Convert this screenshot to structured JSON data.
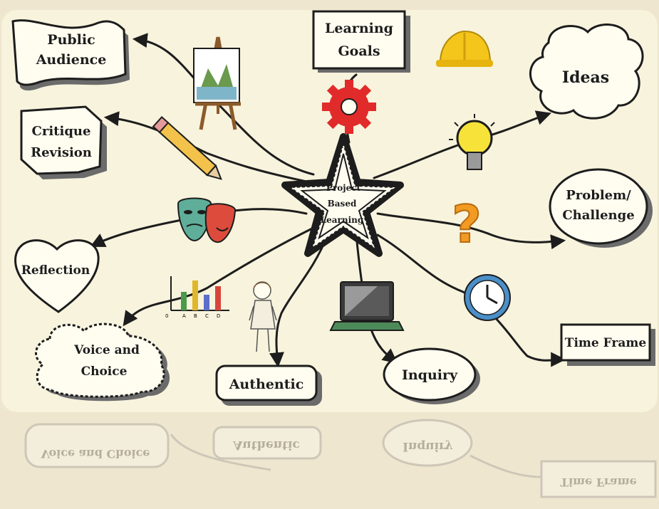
{
  "center": {
    "line1": "Project",
    "line2": "Based",
    "line3": "Learning"
  },
  "nodes": {
    "public_audience": {
      "line1": "Public",
      "line2": "Audience"
    },
    "learning_goals": {
      "line1": "Learning",
      "line2": "Goals"
    },
    "ideas": {
      "label": "Ideas"
    },
    "critique_revision": {
      "line1": "Critique",
      "line2": "Revision"
    },
    "problem_challenge": {
      "line1": "Problem/",
      "line2": "Challenge"
    },
    "reflection": {
      "label": "Reflection"
    },
    "voice_choice": {
      "line1": "Voice and",
      "line2": "Choice"
    },
    "authentic": {
      "label": "Authentic"
    },
    "inquiry": {
      "label": "Inquiry"
    },
    "time_frame": {
      "label": "Time Frame"
    }
  },
  "chart_icon": {
    "ticks": [
      "0",
      "A",
      "B",
      "C",
      "D"
    ]
  },
  "reflection_text": {
    "authentic": "Authentic",
    "inquiry": "Inquiry",
    "time_frame": "Time Frame",
    "voice_choice": "Voice and Choice"
  },
  "colors": {
    "background": "#efe6cf",
    "panel": "#f7f3dd",
    "ink": "#1d1d1d",
    "gear": "#e12a2a",
    "hat": "#f4c51b",
    "bulb": "#f7e23a",
    "question": "#f29a22",
    "clock": "#4b8fc9",
    "mask_green": "#5fae9a",
    "mask_red": "#dc4b3b"
  },
  "icons": [
    "easel-icon",
    "gear-icon",
    "hard-hat-icon",
    "lightbulb-icon",
    "pencil-icon",
    "theater-masks-icon",
    "question-mark-icon",
    "bar-chart-icon",
    "person-icon",
    "laptop-icon",
    "clock-icon"
  ]
}
